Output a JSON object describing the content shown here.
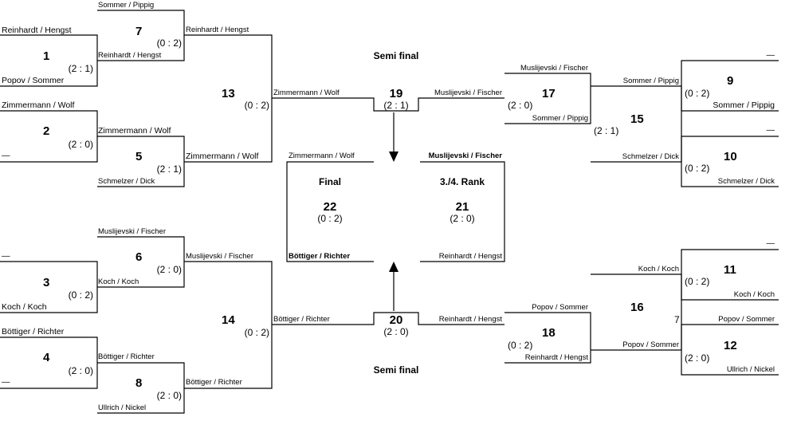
{
  "headings": {
    "semi_final_top": "Semi final",
    "semi_final_bottom": "Semi final",
    "final": "Final",
    "third_place": "3./4. Rank"
  },
  "matches": {
    "m1": {
      "number": "1",
      "score": "(2 : 1)",
      "team_a": "Reinhardt / Hengst",
      "team_b": "Popov / Sommer"
    },
    "m2": {
      "number": "2",
      "score": "(2 : 0)",
      "team_a": "Zimmermann / Wolf",
      "team_b": "—"
    },
    "m3": {
      "number": "3",
      "score": "(0 : 2)",
      "team_a": "—",
      "team_b": "Koch / Koch"
    },
    "m4": {
      "number": "4",
      "score": "(2 : 0)",
      "team_a": "Böttiger / Richter",
      "team_b": "—"
    },
    "m5": {
      "number": "5",
      "score": "(2 : 1)",
      "team_a": "Zimmermann / Wolf",
      "team_b": "Schmelzer / Dick"
    },
    "m6": {
      "number": "6",
      "score": "(2 : 0)",
      "team_a": "Muslijevski / Fischer",
      "team_b": "Koch / Koch"
    },
    "m7": {
      "number": "7",
      "score": "(0 : 2)",
      "team_a": "Sommer / Pippig",
      "team_b": "Reinhardt / Hengst"
    },
    "m8": {
      "number": "8",
      "score": "(2 : 0)",
      "team_a": "Böttiger / Richter",
      "team_b": "Ullrich / Nickel"
    },
    "m9": {
      "number": "9",
      "score": "(0 : 2)",
      "team_a": "—",
      "team_b": "Sommer / Pippig"
    },
    "m10": {
      "number": "10",
      "score": "(0 : 2)",
      "team_a": "—",
      "team_b": "Schmelzer / Dick"
    },
    "m11": {
      "number": "11",
      "score": "(0 : 2)",
      "team_a": "—",
      "team_b": "Koch / Koch"
    },
    "m12": {
      "number": "12",
      "score": "(2 : 0)",
      "team_a": "Popov / Sommer",
      "team_b": "Ullrich / Nickel"
    },
    "m13": {
      "number": "13",
      "score": "(0 : 2)",
      "team_a": "Reinhardt / Hengst",
      "team_b": "Zimmermann / Wolf"
    },
    "m14": {
      "number": "14",
      "score": "(0 : 2)",
      "team_a": "Muslijevski / Fischer",
      "team_b": "Böttiger / Richter"
    },
    "m15": {
      "number": "15",
      "score": "(2 : 1)",
      "team_a": "Sommer / Pippig",
      "team_b": "Schmelzer / Dick"
    },
    "m16": {
      "number": "16",
      "marker": "7",
      "team_a": "Koch / Koch",
      "team_b": "Popov / Sommer"
    },
    "m17": {
      "number": "17",
      "score": "(2 : 0)",
      "team_a": "Muslijevski / Fischer",
      "team_b": "Sommer / Pippig"
    },
    "m18": {
      "number": "18",
      "score": "(0 : 2)",
      "team_a": "Popov / Sommer",
      "team_b": "Reinhardt / Hengst"
    },
    "m19": {
      "number": "19",
      "score": "(2 : 1)",
      "team_a": "Zimmermann / Wolf",
      "team_b": "Muslijevski / Fischer"
    },
    "m20": {
      "number": "20",
      "score": "(2 : 0)",
      "team_a": "Böttiger / Richter",
      "team_b": "Reinhardt / Hengst"
    },
    "m21": {
      "number": "21",
      "score": "(2 : 0)",
      "team_a": "Muslijevski / Fischer",
      "team_b": "Reinhardt / Hengst"
    },
    "m22": {
      "number": "22",
      "score": "(0 : 2)",
      "team_a": "Zimmermann / Wolf",
      "team_b": "Böttiger / Richter"
    }
  }
}
